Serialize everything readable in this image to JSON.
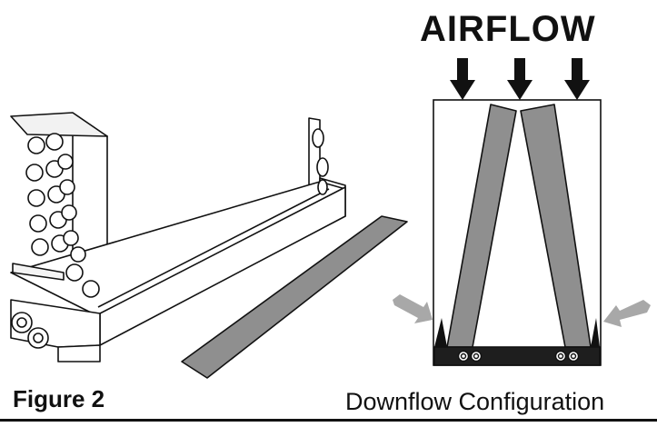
{
  "diagram": {
    "airflow_label": "AIRFLOW",
    "figure_label": "Figure 2",
    "caption": "Downflow Configuration"
  },
  "colors": {
    "outline": "#111111",
    "panel_fill": "#8f8f8f",
    "arrow_side": "#a8a8a8",
    "arrow_top": "#111111",
    "drain_pan": "#1e1e1e"
  }
}
